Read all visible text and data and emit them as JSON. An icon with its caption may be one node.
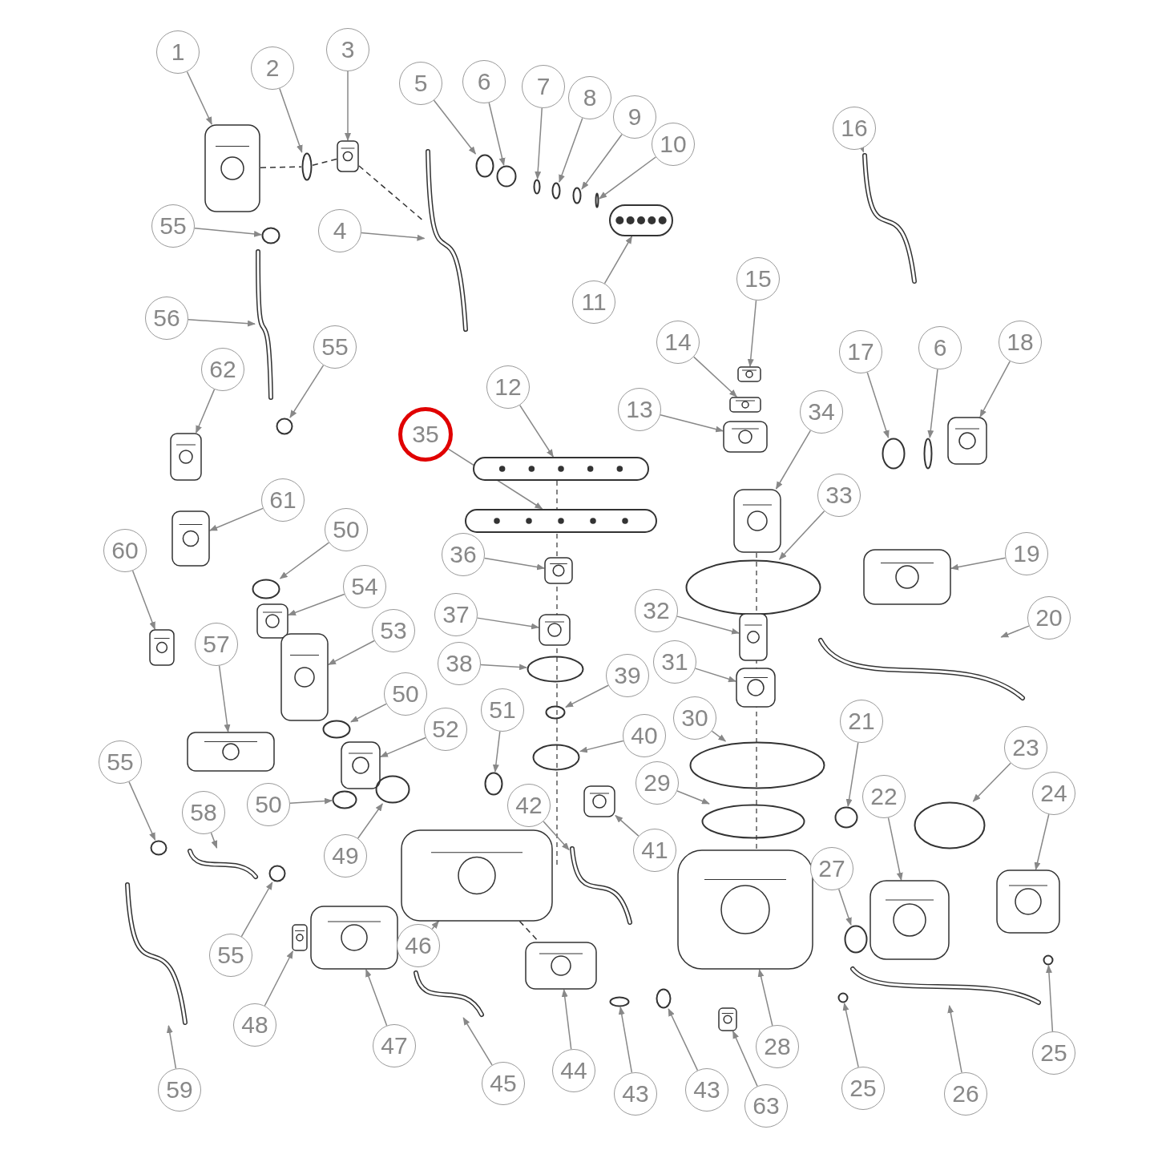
{
  "diagram": {
    "nodes": [
      {
        "text": [
          "1"
        ]
      },
      {
        "text": [
          "2"
        ]
      },
      {
        "text": [
          "3"
        ]
      },
      {
        "text": [
          "5"
        ]
      },
      {
        "text": [
          "6"
        ]
      },
      {
        "text": [
          "7"
        ]
      },
      {
        "text": [
          "8"
        ]
      },
      {
        "text": [
          "9"
        ]
      },
      {
        "text": [
          "10"
        ]
      },
      {
        "text": [
          "16"
        ]
      },
      {
        "text": [
          "55"
        ]
      },
      {
        "text": [
          "4"
        ]
      },
      {
        "text": [
          "11"
        ]
      },
      {
        "text": [
          "56"
        ]
      },
      {
        "text": [
          "55"
        ]
      },
      {
        "text": [
          "15"
        ]
      },
      {
        "text": [
          "14"
        ]
      },
      {
        "text": [
          "17"
        ]
      },
      {
        "text": [
          "6"
        ]
      },
      {
        "text": [
          "18"
        ]
      },
      {
        "text": [
          "62"
        ]
      },
      {
        "text": [
          "12"
        ]
      },
      {
        "text": [
          "35"
        ]
      },
      {
        "text": [
          "13"
        ]
      },
      {
        "text": [
          "34"
        ]
      },
      {
        "text": [
          "33"
        ]
      },
      {
        "text": [
          "61"
        ]
      },
      {
        "text": [
          "60"
        ]
      },
      {
        "text": [
          "50"
        ]
      },
      {
        "text": [
          "36"
        ]
      },
      {
        "text": [
          "19"
        ]
      },
      {
        "text": [
          "54"
        ]
      },
      {
        "text": [
          "37"
        ]
      },
      {
        "text": [
          "32"
        ]
      },
      {
        "text": [
          "20"
        ]
      },
      {
        "text": [
          "53"
        ]
      },
      {
        "text": [
          "57"
        ]
      },
      {
        "text": [
          "38"
        ]
      },
      {
        "text": [
          "31"
        ]
      },
      {
        "text": [
          "39"
        ]
      },
      {
        "text": [
          "50"
        ]
      },
      {
        "text": [
          "51"
        ]
      },
      {
        "text": [
          "52"
        ]
      },
      {
        "text": [
          "30"
        ]
      },
      {
        "text": [
          "40"
        ]
      },
      {
        "text": [
          "21"
        ]
      },
      {
        "text": [
          "55"
        ]
      },
      {
        "text": [
          "23"
        ]
      },
      {
        "text": [
          "29"
        ]
      },
      {
        "text": [
          "50"
        ]
      },
      {
        "text": [
          "58"
        ]
      },
      {
        "text": [
          "22"
        ]
      },
      {
        "text": [
          "24"
        ]
      },
      {
        "text": [
          "42"
        ]
      },
      {
        "text": [
          "41"
        ]
      },
      {
        "text": [
          "49"
        ]
      },
      {
        "text": [
          "27"
        ]
      },
      {
        "text": [
          "55"
        ]
      },
      {
        "text": [
          "46"
        ]
      },
      {
        "text": [
          "48"
        ]
      },
      {
        "text": [
          "47"
        ]
      },
      {
        "text": [
          "28"
        ]
      },
      {
        "text": [
          "63"
        ]
      },
      {
        "text": [
          "45"
        ]
      },
      {
        "text": [
          "44"
        ]
      },
      {
        "text": [
          "43"
        ]
      },
      {
        "text": [
          "43"
        ]
      },
      {
        "text": [
          "59"
        ]
      },
      {
        "text": [
          "25"
        ]
      },
      {
        "text": [
          "26"
        ]
      },
      {
        "text": [
          "25"
        ]
      },
      {
        "text": [],
        "shape": "picture"
      },
      {
        "text": [],
        "shape": "circle"
      },
      {
        "text": [],
        "shape": "picture"
      },
      {
        "text": [],
        "shape": "circle"
      },
      {
        "text": [],
        "shape": "circle"
      },
      {
        "text": [],
        "shape": "circle"
      },
      {
        "text": [],
        "shape": "circle"
      },
      {
        "text": [],
        "shape": "circle"
      },
      {
        "text": [],
        "shape": "circle"
      },
      {
        "text": [],
        "shape": "picture"
      },
      {
        "text": [],
        "shape": "circle"
      },
      {
        "text": [],
        "shape": "picture"
      },
      {
        "text": [],
        "shape": "picture"
      },
      {
        "text": [],
        "shape": "picture"
      },
      {
        "text": [],
        "shape": "circle"
      },
      {
        "text": [],
        "shape": "picture"
      },
      {
        "text": [],
        "shape": "picture"
      },
      {
        "text": [],
        "shape": "circle"
      },
      {
        "text": [],
        "shape": "circle"
      },
      {
        "text": [],
        "shape": "picture"
      },
      {
        "text": [],
        "shape": "picture"
      },
      {
        "text": [],
        "shape": "picture"
      },
      {
        "text": [],
        "shape": "picture"
      },
      {
        "text": [],
        "shape": "picture"
      },
      {
        "text": [],
        "shape": "picture"
      },
      {
        "text": [],
        "shape": "circle"
      },
      {
        "text": [],
        "shape": "picture"
      },
      {
        "text": [],
        "shape": "picture"
      },
      {
        "text": [],
        "shape": "circle"
      },
      {
        "text": [],
        "shape": "picture"
      },
      {
        "text": [],
        "shape": "picture"
      },
      {
        "text": [],
        "shape": "picture"
      },
      {
        "text": [],
        "shape": "picture"
      },
      {
        "text": [],
        "shape": "picture"
      },
      {
        "text": [],
        "shape": "picture"
      },
      {
        "text": [],
        "shape": "picture"
      },
      {
        "text": [],
        "shape": "picture"
      },
      {
        "text": [],
        "shape": "circle"
      },
      {
        "text": [],
        "shape": "picture"
      },
      {
        "text": [],
        "shape": "circle"
      },
      {
        "text": [],
        "shape": "circle"
      },
      {
        "text": [],
        "shape": "circle"
      },
      {
        "text": [],
        "shape": "picture"
      },
      {
        "text": [],
        "shape": "circle"
      },
      {
        "text": [],
        "shape": "circle"
      },
      {
        "text": [],
        "shape": "circle"
      },
      {
        "text": [],
        "shape": "circle"
      },
      {
        "text": [],
        "shape": "circle"
      },
      {
        "text": [],
        "shape": "circle"
      },
      {
        "text": [],
        "shape": "circle"
      },
      {
        "text": [],
        "shape": "picture"
      },
      {
        "text": [],
        "shape": "picture"
      },
      {
        "text": [],
        "shape": "picture"
      },
      {
        "text": [],
        "shape": "picture"
      },
      {
        "text": [],
        "shape": "picture"
      },
      {
        "text": [],
        "shape": "circle"
      },
      {
        "text": [],
        "shape": "circle"
      },
      {
        "text": [],
        "shape": "circle"
      },
      {
        "text": [],
        "shape": "picture"
      },
      {
        "text": [],
        "shape": "picture"
      },
      {
        "text": [],
        "shape": "picture"
      },
      {
        "text": [],
        "shape": "picture"
      },
      {
        "text": [],
        "shape": "picture"
      },
      {
        "text": [],
        "shape": "picture"
      },
      {
        "text": [],
        "shape": "picture"
      },
      {
        "text": [],
        "shape": "circle"
      },
      {
        "text": [],
        "shape": "circle"
      },
      {
        "text": [],
        "shape": "picture"
      },
      {
        "text": [],
        "shape": "circle"
      },
      {
        "text": [],
        "shape": "picture"
      },
      {
        "text": [],
        "shape": "circle"
      }
    ],
    "edges": [
      {
        "from": 0,
        "to": 71,
        "arrow": "to"
      },
      {
        "from": 1,
        "to": 72,
        "arrow": "to"
      },
      {
        "from": 2,
        "to": 73,
        "arrow": "to"
      },
      {
        "from": 3,
        "to": 74,
        "arrow": "to"
      },
      {
        "from": 4,
        "to": 75,
        "arrow": "to"
      },
      {
        "from": 5,
        "to": 76,
        "arrow": "to"
      },
      {
        "from": 6,
        "to": 77,
        "arrow": "to"
      },
      {
        "from": 7,
        "to": 78,
        "arrow": "to"
      },
      {
        "from": 8,
        "to": 79,
        "arrow": "to"
      },
      {
        "from": 9,
        "to": 80,
        "arrow": "to"
      },
      {
        "from": 10,
        "to": 81,
        "arrow": "to"
      },
      {
        "from": 11,
        "to": 82,
        "arrow": "to"
      },
      {
        "from": 12,
        "to": 83,
        "arrow": "to"
      },
      {
        "from": 13,
        "to": 84,
        "arrow": "to"
      },
      {
        "from": 14,
        "to": 85,
        "arrow": "to"
      },
      {
        "from": 15,
        "to": 86,
        "arrow": "to"
      },
      {
        "from": 16,
        "to": 87,
        "arrow": "to"
      },
      {
        "from": 17,
        "to": 88,
        "arrow": "to"
      },
      {
        "from": 18,
        "to": 89,
        "arrow": "to"
      },
      {
        "from": 19,
        "to": 90,
        "arrow": "to"
      },
      {
        "from": 20,
        "to": 91,
        "arrow": "to"
      },
      {
        "from": 21,
        "to": 92,
        "arrow": "to"
      },
      {
        "from": 22,
        "to": 93,
        "arrow": "to"
      },
      {
        "from": 23,
        "to": 94,
        "arrow": "to"
      },
      {
        "from": 24,
        "to": 95,
        "arrow": "to"
      },
      {
        "from": 25,
        "to": 96,
        "arrow": "to"
      },
      {
        "from": 26,
        "to": 97,
        "arrow": "to"
      },
      {
        "from": 27,
        "to": 98,
        "arrow": "to"
      },
      {
        "from": 28,
        "to": 99,
        "arrow": "to"
      },
      {
        "from": 29,
        "to": 100,
        "arrow": "to"
      },
      {
        "from": 30,
        "to": 101,
        "arrow": "to"
      },
      {
        "from": 31,
        "to": 102,
        "arrow": "to"
      },
      {
        "from": 32,
        "to": 103,
        "arrow": "to"
      },
      {
        "from": 33,
        "to": 104,
        "arrow": "to"
      },
      {
        "from": 34,
        "to": 105,
        "arrow": "to"
      },
      {
        "from": 35,
        "to": 106,
        "arrow": "to"
      },
      {
        "from": 36,
        "to": 107,
        "arrow": "to"
      },
      {
        "from": 37,
        "to": 108,
        "arrow": "to"
      },
      {
        "from": 38,
        "to": 109,
        "arrow": "to"
      },
      {
        "from": 39,
        "to": 110,
        "arrow": "to"
      },
      {
        "from": 40,
        "to": 111,
        "arrow": "to"
      },
      {
        "from": 41,
        "to": 112,
        "arrow": "to"
      },
      {
        "from": 42,
        "to": 113,
        "arrow": "to"
      },
      {
        "from": 43,
        "to": 114,
        "arrow": "to"
      },
      {
        "from": 44,
        "to": 115,
        "arrow": "to"
      },
      {
        "from": 45,
        "to": 116,
        "arrow": "to"
      },
      {
        "from": 46,
        "to": 117,
        "arrow": "to"
      },
      {
        "from": 47,
        "to": 118,
        "arrow": "to"
      },
      {
        "from": 48,
        "to": 119,
        "arrow": "to"
      },
      {
        "from": 49,
        "to": 120,
        "arrow": "to"
      },
      {
        "from": 50,
        "to": 121,
        "arrow": "to"
      },
      {
        "from": 51,
        "to": 122,
        "arrow": "to"
      },
      {
        "from": 52,
        "to": 123,
        "arrow": "to"
      },
      {
        "from": 53,
        "to": 124,
        "arrow": "to"
      },
      {
        "from": 54,
        "to": 125,
        "arrow": "to"
      },
      {
        "from": 55,
        "to": 126,
        "arrow": "to"
      },
      {
        "from": 56,
        "to": 127,
        "arrow": "to"
      },
      {
        "from": 57,
        "to": 128,
        "arrow": "to"
      },
      {
        "from": 58,
        "to": 129,
        "arrow": "to"
      },
      {
        "from": 59,
        "to": 130,
        "arrow": "to"
      },
      {
        "from": 60,
        "to": 131,
        "arrow": "to"
      },
      {
        "from": 61,
        "to": 132,
        "arrow": "to"
      },
      {
        "from": 62,
        "to": 133,
        "arrow": "to"
      },
      {
        "from": 63,
        "to": 134,
        "arrow": "to"
      },
      {
        "from": 64,
        "to": 135,
        "arrow": "to"
      },
      {
        "from": 65,
        "to": 136,
        "arrow": "to"
      },
      {
        "from": 66,
        "to": 137,
        "arrow": "to"
      },
      {
        "from": 67,
        "to": 138,
        "arrow": "to"
      },
      {
        "from": 68,
        "to": 139,
        "arrow": "to"
      },
      {
        "from": 69,
        "to": 140,
        "arrow": "to"
      },
      {
        "from": 70,
        "to": 141,
        "arrow": "to"
      },
      {
        "from": 71,
        "to": 72,
        "arrow": "none",
        "style": "dashed"
      },
      {
        "from": 72,
        "to": 73,
        "arrow": "none",
        "style": "dashed"
      },
      {
        "from": 73,
        "to": 82,
        "arrow": "none",
        "style": "dashed"
      },
      {
        "from": 129,
        "to": 135,
        "arrow": "none",
        "style": "dashed"
      }
    ]
  }
}
